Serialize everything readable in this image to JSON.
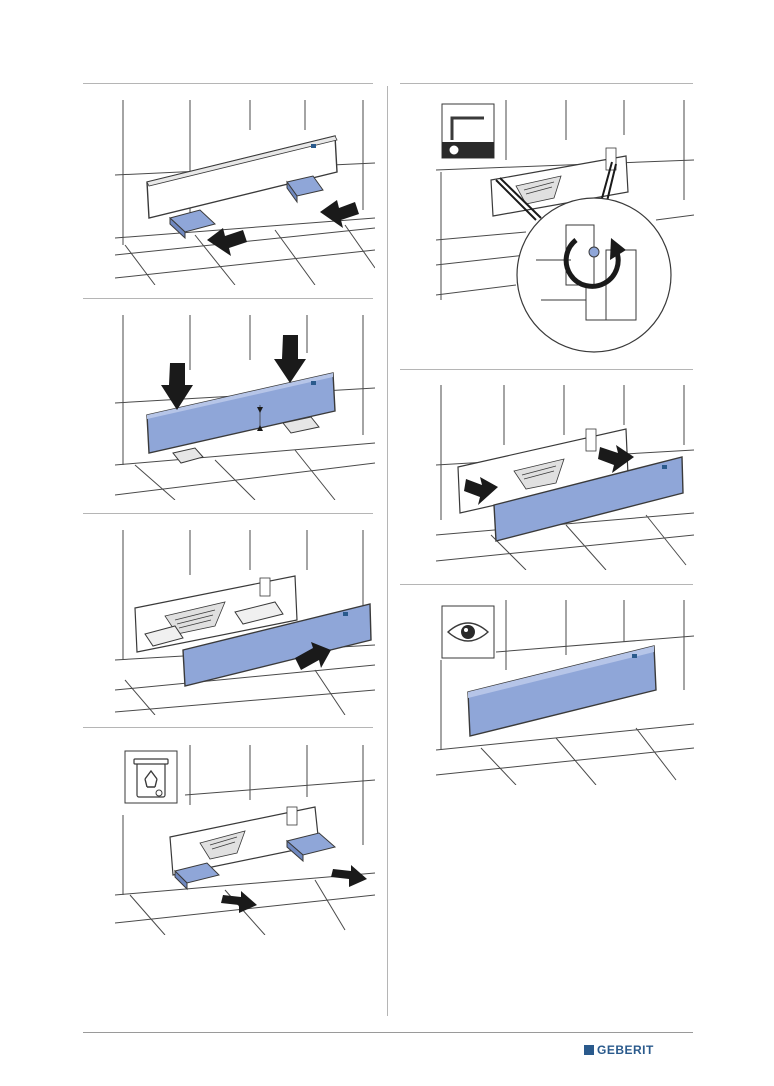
{
  "brand": {
    "name": "GEBERIT"
  },
  "colors": {
    "accent_blue": "#8fa6d8",
    "brand_blue": "#2a5a8c",
    "line": "#3a3a3a"
  },
  "icons": {
    "allen_key": "allen-key-icon",
    "recycle": "recycle-bin-icon",
    "eye": "eye-icon"
  },
  "steps": [
    {
      "id": 1,
      "column": "left",
      "action": "push-feet"
    },
    {
      "id": 2,
      "column": "left",
      "action": "press-cover-down"
    },
    {
      "id": 3,
      "column": "left",
      "action": "pull-cover-out"
    },
    {
      "id": 4,
      "column": "left",
      "action": "remove-feet",
      "icon": "recycle-bin-icon"
    },
    {
      "id": 5,
      "column": "right",
      "action": "tighten-screws",
      "icon": "allen-key-icon"
    },
    {
      "id": 6,
      "column": "right",
      "action": "push-cover-in"
    },
    {
      "id": 7,
      "column": "right",
      "action": "inspect",
      "icon": "eye-icon"
    }
  ]
}
